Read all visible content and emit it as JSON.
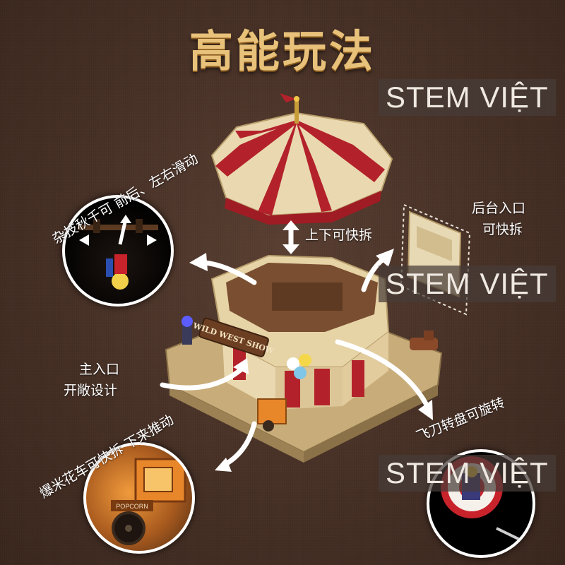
{
  "title": "高能玩法",
  "watermark": "STEM VIỆT",
  "labels": {
    "swing": "杂技秋千可 前后、左右滑动",
    "roof": "上下可快拆",
    "backstage_line1": "后台入口",
    "backstage_line2": "可快拆",
    "entrance_line1": "主入口",
    "entrance_line2": "开敞设计",
    "popcorn": "爆米花车可快拆 下来推动",
    "knife": "飞刀转盘可旋转"
  },
  "sign_text": "WILD WEST SHOW",
  "cart_text": "POPCORN",
  "colors": {
    "title": "#e8c27a",
    "circus_red": "#b3222b",
    "tan": "#e6d3a6",
    "base": "#c8ad7a"
  }
}
